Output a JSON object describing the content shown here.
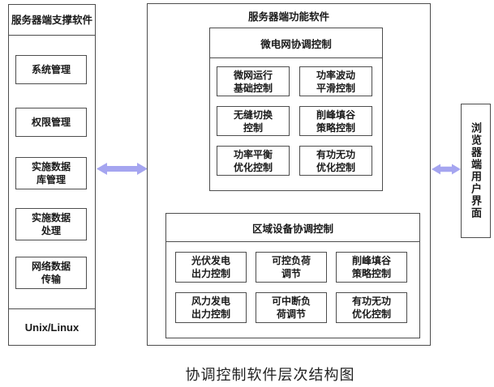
{
  "left_panel": {
    "title": "服务器端支撑软件",
    "items": [
      "系统管理",
      "权限管理",
      "实施数据\n库管理",
      "实施数据\n处理",
      "网络数据\n传输"
    ],
    "footer": "Unix/Linux"
  },
  "main_panel": {
    "title": "服务器端功能软件",
    "sub_panels": [
      {
        "title": "微电网协调控制",
        "items": [
          "微网运行\n基础控制",
          "功率波动\n平滑控制",
          "无缝切换\n控制",
          "削峰填谷\n策略控制",
          "功率平衡\n优化控制",
          "有功无功\n优化控制"
        ]
      },
      {
        "title": "区域设备协调控制",
        "items": [
          "光伏发电\n出力控制",
          "可控负荷\n调节",
          "削峰填谷\n策略控制",
          "风力发电\n出力控制",
          "可中断负\n荷调节",
          "有功无功\n优化控制"
        ]
      }
    ]
  },
  "right_panel": {
    "title": "浏览器端用户界面"
  },
  "caption": "协调控制软件层次结构图",
  "colors": {
    "arrow": "#a5a5f0",
    "border": "#4d4d4d"
  }
}
